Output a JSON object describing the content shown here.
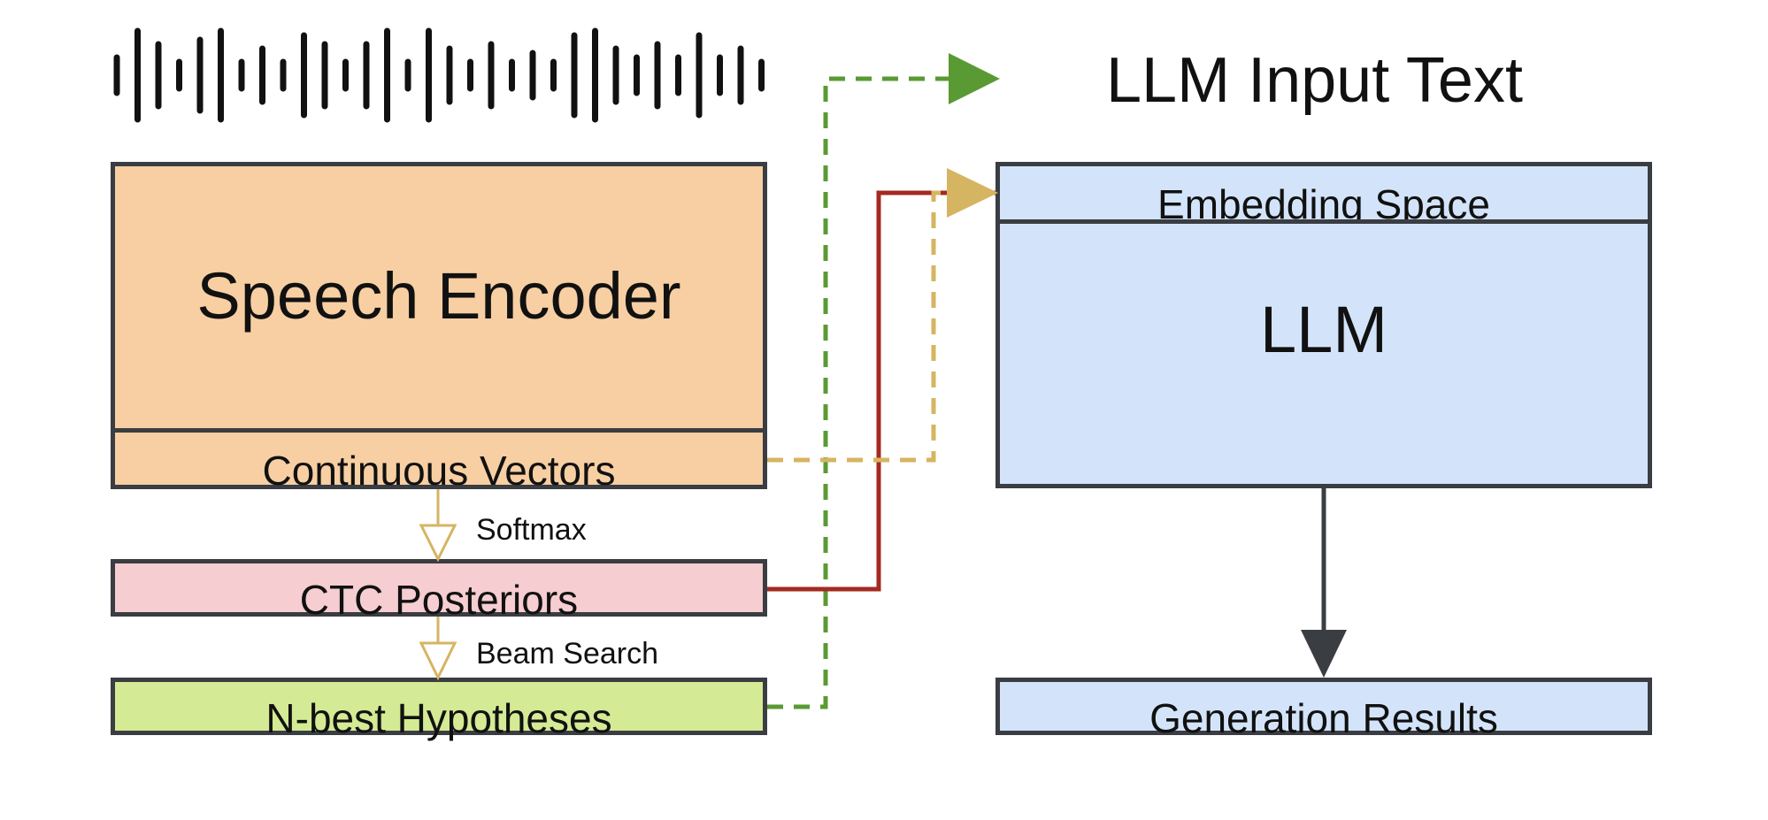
{
  "nodes": {
    "llm_input_text": "LLM Input Text",
    "speech_encoder": "Speech Encoder",
    "continuous_vectors": "Continuous Vectors",
    "ctc_posteriors": "CTC Posteriors",
    "n_best_hypotheses": "N-best Hypotheses",
    "embedding_space": "Embedding Space",
    "llm": "LLM",
    "generation_results": "Generation Results"
  },
  "edges": {
    "softmax": "Softmax",
    "beam_search": "Beam Search"
  },
  "colors": {
    "encoder_fill": "#f7cfa3",
    "ctc_fill": "#f6cdd0",
    "nbest_fill": "#d4ea94",
    "llm_fill": "#d3e4fa",
    "border": "#3a3d42",
    "gold_path": "#d6b562",
    "red_path": "#a32a22",
    "green_path": "#5a9a34",
    "output_arrow": "#3a3d42"
  },
  "icons": [
    "waveform-icon"
  ]
}
